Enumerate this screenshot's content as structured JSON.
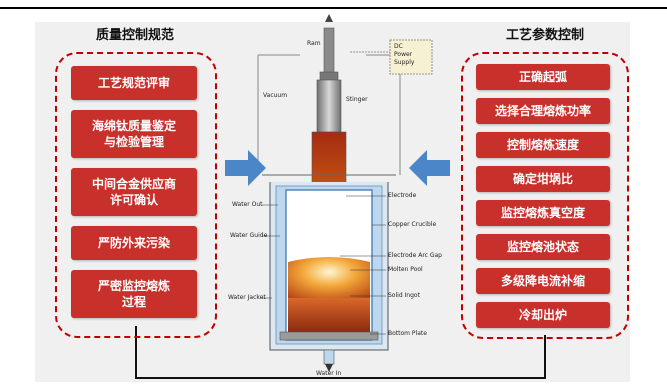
{
  "left_group": {
    "title": "质量控制规范",
    "items": [
      "工艺规范评审",
      "海绵钛质量鉴定\n与检验管理",
      "中间合金供应商\n许可确认",
      "严防外来污染",
      "严密监控熔炼\n过程"
    ]
  },
  "right_group": {
    "title": "工艺参数控制",
    "items": [
      "正确起弧",
      "选择合理熔炼功率",
      "控制熔炼速度",
      "确定坩埚比",
      "监控熔炼真空度",
      "监控熔池状态",
      "多级降电流补缩",
      "冷却出炉"
    ]
  },
  "furnace": {
    "labels": {
      "ram": "Ram",
      "dc_power": "DC\nPower\nSupply",
      "vacuum": "Vacuum",
      "stinger": "Stinger",
      "water_out": "Water Out",
      "electrode": "Electrode",
      "copper_crucible": "Copper Crucible",
      "water_guide": "Water Guide",
      "electrode_arc_gap": "Electrode Arc Gap",
      "molten_pool": "Molten Pool",
      "solid_ingot": "Solid Ingot",
      "water_jacket": "Water Jacket",
      "bottom_plate": "Bottom Plate",
      "water_in": "Water In"
    }
  },
  "colors": {
    "button": "#c8302c",
    "dashed_border": "#c00000",
    "arrow": "#4a86c8",
    "panel": "#f0f0f0"
  }
}
